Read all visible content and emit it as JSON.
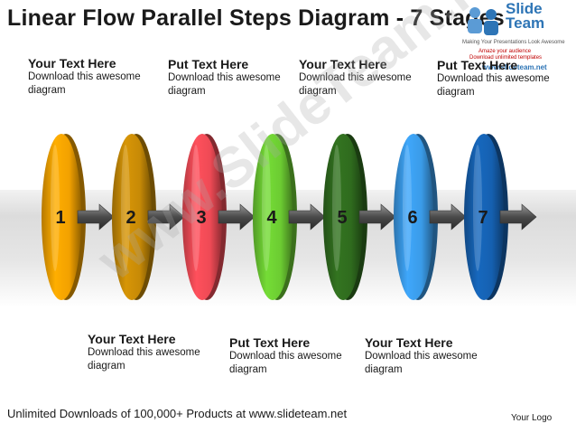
{
  "title": "Linear Flow Parallel Steps Diagram - 7 Stages",
  "top_labels": [
    {
      "heading": "Your Text Here",
      "body": "Download this awesome diagram"
    },
    {
      "heading": "Put Text Here",
      "body": "Download this awesome diagram"
    },
    {
      "heading": "Your Text Here",
      "body": "Download this awesome diagram"
    },
    {
      "heading": "Put Text Here",
      "body": "Download this awesome diagram"
    }
  ],
  "bottom_labels": [
    {
      "heading": "Your Text Here",
      "body": "Download this awesome diagram"
    },
    {
      "heading": "Put Text Here",
      "body": "Download this awesome diagram"
    },
    {
      "heading": "Your Text Here",
      "body": "Download this awesome diagram"
    }
  ],
  "stages": [
    {
      "number": "1",
      "color": "#f2a100"
    },
    {
      "number": "2",
      "color": "#c78a06"
    },
    {
      "number": "3",
      "color": "#ee4a55"
    },
    {
      "number": "4",
      "color": "#6ccc32"
    },
    {
      "number": "5",
      "color": "#2f6b1e"
    },
    {
      "number": "6",
      "color": "#3a9be8"
    },
    {
      "number": "7",
      "color": "#1560b0"
    }
  ],
  "footer": "Unlimited Downloads of 100,000+ Products at www.slideteam.net",
  "logo_text": "Your Logo",
  "brand": {
    "name_line1": "Slide",
    "name_line2": "Team",
    "tagline": "Making Your Presentations Look Awesome",
    "line1": "Amaze your audience",
    "line2": "Download unlimited templates",
    "url": "www.slideteam.net"
  },
  "watermark": "www.SlideTeam.net"
}
